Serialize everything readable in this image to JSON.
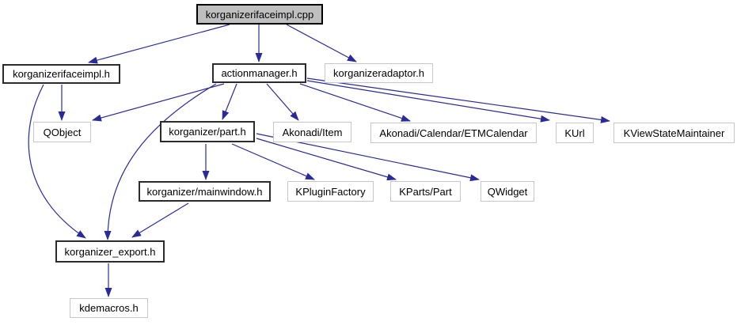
{
  "diagram": {
    "type": "include-dependency-graph",
    "colors": {
      "edge": "#2a2a9a",
      "internal_node_border": "#2b2b2b",
      "external_node_border": "#c6c6c6",
      "current_node_fill": "#bfbfbf",
      "node_fill": "#ffffff",
      "text": "#000000"
    },
    "nodes": [
      {
        "id": "korganizerifaceimpl_cpp",
        "label": "korganizerifaceimpl.cpp",
        "kind": "current"
      },
      {
        "id": "korganizerifaceimpl_h",
        "label": "korganizerifaceimpl.h",
        "kind": "internal"
      },
      {
        "id": "actionmanager_h",
        "label": "actionmanager.h",
        "kind": "internal"
      },
      {
        "id": "korganizeradaptor_h",
        "label": "korganizeradaptor.h",
        "kind": "external"
      },
      {
        "id": "qobject",
        "label": "QObject",
        "kind": "external"
      },
      {
        "id": "korganizer_part_h",
        "label": "korganizer/part.h",
        "kind": "internal"
      },
      {
        "id": "akonadi_item",
        "label": "Akonadi/Item",
        "kind": "external"
      },
      {
        "id": "akonadi_etmcalendar",
        "label": "Akonadi/Calendar/ETMCalendar",
        "kind": "external"
      },
      {
        "id": "kurl",
        "label": "KUrl",
        "kind": "external"
      },
      {
        "id": "kviewstatemaintainer",
        "label": "KViewStateMaintainer",
        "kind": "external"
      },
      {
        "id": "korganizer_mainwindow_h",
        "label": "korganizer/mainwindow.h",
        "kind": "internal"
      },
      {
        "id": "kpluginfactory",
        "label": "KPluginFactory",
        "kind": "external"
      },
      {
        "id": "kparts_part",
        "label": "KParts/Part",
        "kind": "external"
      },
      {
        "id": "qwidget",
        "label": "QWidget",
        "kind": "external"
      },
      {
        "id": "korganizer_export_h",
        "label": "korganizer_export.h",
        "kind": "internal"
      },
      {
        "id": "kdemacros_h",
        "label": "kdemacros.h",
        "kind": "external"
      }
    ],
    "edges": [
      {
        "from": "korganizerifaceimpl.cpp",
        "to": "korganizerifaceimpl.h"
      },
      {
        "from": "korganizerifaceimpl.cpp",
        "to": "actionmanager.h"
      },
      {
        "from": "korganizerifaceimpl.cpp",
        "to": "korganizeradaptor.h"
      },
      {
        "from": "korganizerifaceimpl.h",
        "to": "QObject"
      },
      {
        "from": "korganizerifaceimpl.h",
        "to": "korganizer_export.h"
      },
      {
        "from": "actionmanager.h",
        "to": "QObject"
      },
      {
        "from": "actionmanager.h",
        "to": "korganizer_export.h"
      },
      {
        "from": "actionmanager.h",
        "to": "korganizer/part.h"
      },
      {
        "from": "actionmanager.h",
        "to": "Akonadi/Item"
      },
      {
        "from": "actionmanager.h",
        "to": "Akonadi/Calendar/ETMCalendar"
      },
      {
        "from": "actionmanager.h",
        "to": "KUrl"
      },
      {
        "from": "actionmanager.h",
        "to": "KViewStateMaintainer"
      },
      {
        "from": "korganizer/part.h",
        "to": "korganizer/mainwindow.h"
      },
      {
        "from": "korganizer/part.h",
        "to": "KPluginFactory"
      },
      {
        "from": "korganizer/part.h",
        "to": "KParts/Part"
      },
      {
        "from": "korganizer/part.h",
        "to": "QWidget"
      },
      {
        "from": "korganizer/mainwindow.h",
        "to": "korganizer_export.h"
      },
      {
        "from": "korganizer_export.h",
        "to": "kdemacros.h"
      }
    ]
  }
}
